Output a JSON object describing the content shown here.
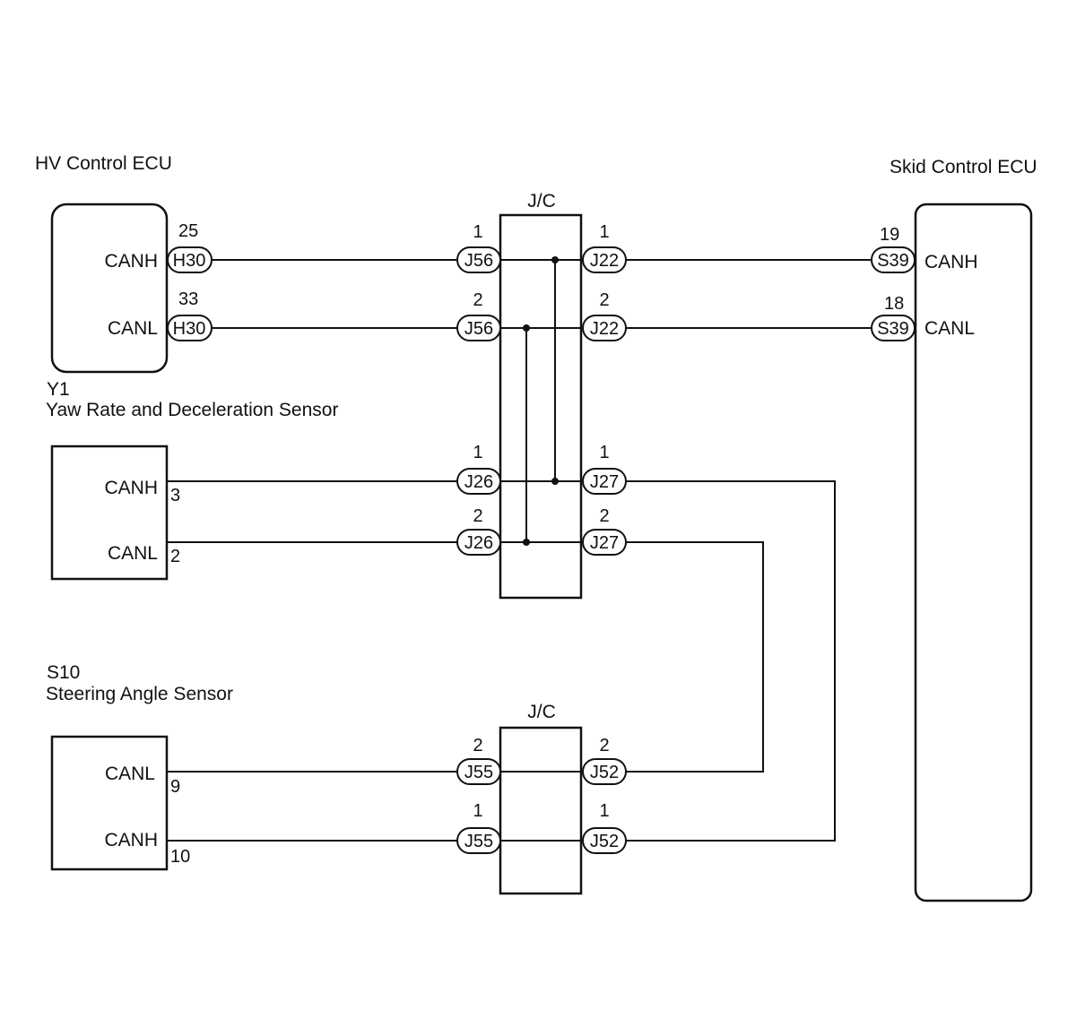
{
  "components": {
    "hv_ecu": {
      "name": "HV Control ECU",
      "canh": "CANH",
      "canl": "CANL",
      "connector": "H30",
      "pin_canh": "25",
      "pin_canl": "33"
    },
    "skid_ecu": {
      "name": "Skid Control ECU",
      "canh": "CANH",
      "canl": "CANL",
      "connector": "S39",
      "pin_canh": "19",
      "pin_canl": "18"
    },
    "yaw_sensor": {
      "code": "Y1",
      "name": "Yaw Rate and Deceleration Sensor",
      "canh": "CANH",
      "canl": "CANL",
      "pin_canh": "3",
      "pin_canl": "2"
    },
    "steering_sensor": {
      "code": "S10",
      "name": "Steering Angle Sensor",
      "canl": "CANL",
      "canh": "CANH",
      "pin_canl": "9",
      "pin_canh": "10"
    }
  },
  "junctions": {
    "jc1": {
      "label": "J/C",
      "left_top": "J56",
      "right_top": "J22",
      "left_bottom": "J26",
      "right_bottom": "J27",
      "pin_1": "1",
      "pin_2": "2"
    },
    "jc2": {
      "label": "J/C",
      "left": "J55",
      "right": "J52",
      "pin_1": "1",
      "pin_2": "2"
    }
  }
}
